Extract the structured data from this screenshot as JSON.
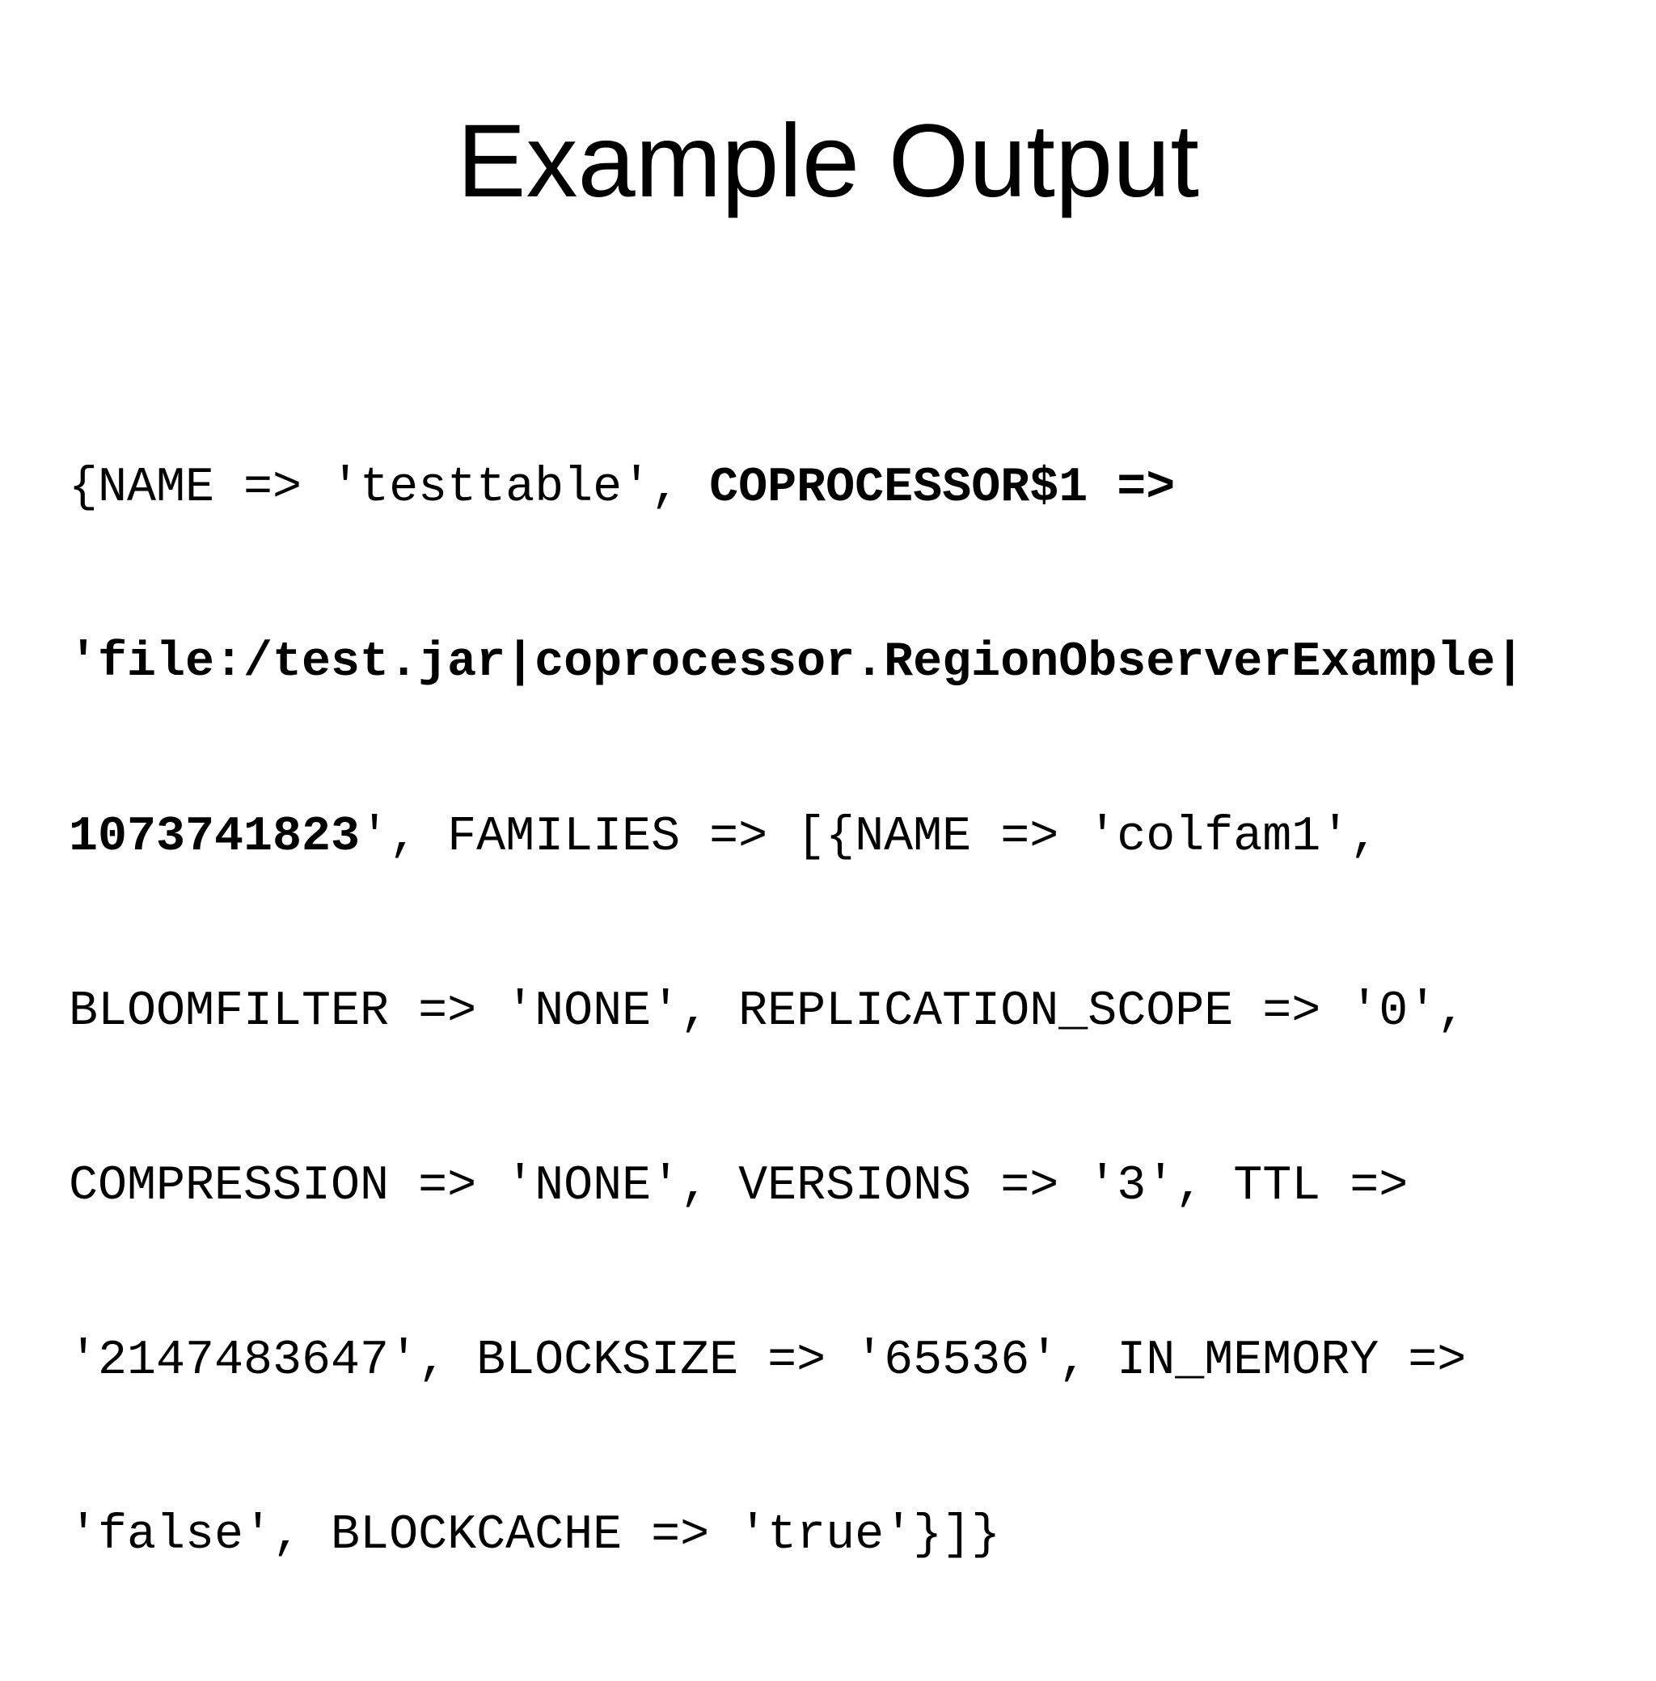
{
  "slide": {
    "title": "Example Output"
  },
  "code": {
    "lines": [
      [
        {
          "text": "{NAME => 'testtable', ",
          "bold": false
        },
        {
          "text": "COPROCESSOR$1 =>",
          "bold": true
        }
      ],
      [
        {
          "text": "'file:/test.jar|coprocessor.RegionObserverExample|",
          "bold": true
        }
      ],
      [
        {
          "text": "1073741823",
          "bold": true
        },
        {
          "text": "', FAMILIES => [{NAME => 'colfam1',",
          "bold": false
        }
      ],
      [
        {
          "text": "BLOOMFILTER => 'NONE', REPLICATION_SCOPE => '0',",
          "bold": false
        }
      ],
      [
        {
          "text": "COMPRESSION => 'NONE', VERSIONS => '3', TTL =>",
          "bold": false
        }
      ],
      [
        {
          "text": "'2147483647', BLOCKSIZE => '65536', IN_MEMORY =>",
          "bold": false
        }
      ],
      [
        {
          "text": "'false', BLOCKCACHE => 'true'}]}",
          "bold": false
        }
      ]
    ]
  }
}
